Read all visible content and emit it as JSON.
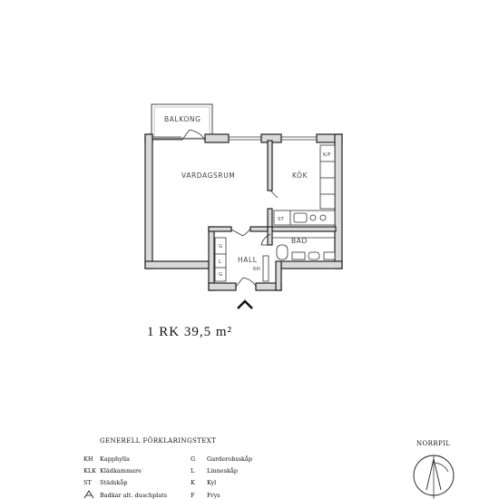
{
  "rooms": {
    "balkong": "BALKONG",
    "vardagsrum": "VARDAGSRUM",
    "kok": "KÖK",
    "bad": "BAD",
    "hall": "HALL"
  },
  "fixtures": {
    "kf": "K/F",
    "st": "ST",
    "kh": "KH",
    "g1": "G",
    "l": "L",
    "g2": "G"
  },
  "unit": {
    "title": "1  RK  39,5  m²"
  },
  "legend": {
    "heading": "GENERELL  FÖRKLARINGSTEXT",
    "left": [
      {
        "code": "KH",
        "desc": "Kapphylla"
      },
      {
        "code": "KLK",
        "desc": "Klädkammare"
      },
      {
        "code": "ST",
        "desc": "Städskåp"
      },
      {
        "code": "",
        "desc": "Badkar alt. duschplats"
      }
    ],
    "right": [
      {
        "code": "G",
        "desc": "Garderobsskåp"
      },
      {
        "code": "L",
        "desc": "Linneskåp"
      },
      {
        "code": "K",
        "desc": "Kyl"
      },
      {
        "code": "F",
        "desc": "Frys"
      }
    ]
  },
  "north": {
    "label": "NORRPIL"
  }
}
